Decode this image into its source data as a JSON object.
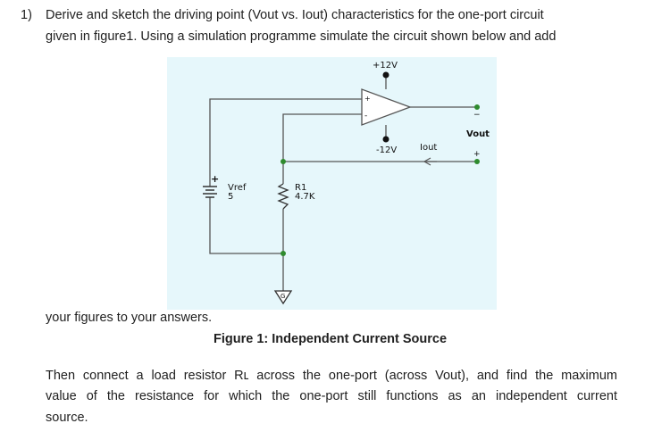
{
  "question": {
    "number": "1)",
    "line1": "Derive and sketch the driving point (Vout vs. Iout) characteristics for the one-port circuit",
    "line2": "given in figure1. Using a simulation programme simulate the circuit shown below and add",
    "line3": "your figures to your answers."
  },
  "figure": {
    "caption": "Figure 1: Independent Current Source",
    "labels": {
      "vplus": "+12V",
      "vminus": "-12V",
      "iout": "Iout",
      "vout": "Vout",
      "vref_name": "Vref",
      "vref_value": "5",
      "r1_name": "R1",
      "r1_value": "4.7K",
      "plus_sign": "+",
      "minus_sign": "−",
      "ground": "G"
    },
    "background_color": "#e6f7fb",
    "wire_color": "#555555",
    "node_color": "#2e8b2e"
  },
  "followup": {
    "line1": "Then connect a load resistor Rʟ across the one-port (across Vout), and find the maximum",
    "line2": "value of the resistance for which the one-port still functions as an independent current",
    "line3": "source."
  }
}
